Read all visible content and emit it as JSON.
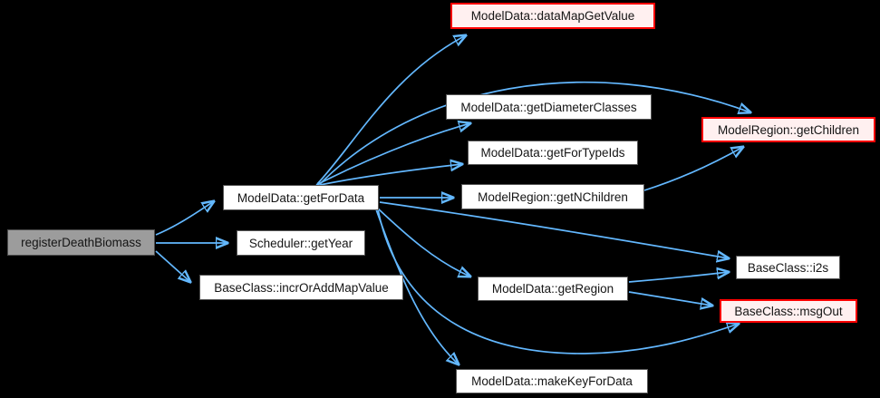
{
  "diagram": {
    "type": "call-graph",
    "colors": {
      "background": "#000000",
      "edge": "#63b8ff",
      "node_fill": "#ffffff",
      "node_border": "#565656",
      "root_fill": "#9c9c9c",
      "flagged_fill": "#fff0f0",
      "flagged_border": "#ff0000"
    },
    "nodes": [
      {
        "id": "registerDeathBiomass",
        "label": "registerDeathBiomass",
        "kind": "root"
      },
      {
        "id": "ModelData::getForData",
        "label": "ModelData::getForData",
        "kind": "normal"
      },
      {
        "id": "Scheduler::getYear",
        "label": "Scheduler::getYear",
        "kind": "normal"
      },
      {
        "id": "BaseClass::incrOrAddMapValue",
        "label": "BaseClass::incrOrAddMapValue",
        "kind": "normal"
      },
      {
        "id": "ModelData::dataMapGetValue",
        "label": "ModelData::dataMapGetValue",
        "kind": "flagged"
      },
      {
        "id": "ModelData::getDiameterClasses",
        "label": "ModelData::getDiameterClasses",
        "kind": "normal"
      },
      {
        "id": "ModelData::getForTypeIds",
        "label": "ModelData::getForTypeIds",
        "kind": "normal"
      },
      {
        "id": "ModelRegion::getNChildren",
        "label": "ModelRegion::getNChildren",
        "kind": "normal"
      },
      {
        "id": "ModelRegion::getChildren",
        "label": "ModelRegion::getChildren",
        "kind": "flagged"
      },
      {
        "id": "BaseClass::i2s",
        "label": "BaseClass::i2s",
        "kind": "normal"
      },
      {
        "id": "ModelData::getRegion",
        "label": "ModelData::getRegion",
        "kind": "normal"
      },
      {
        "id": "BaseClass::msgOut",
        "label": "BaseClass::msgOut",
        "kind": "flagged"
      },
      {
        "id": "ModelData::makeKeyForData",
        "label": "ModelData::makeKeyForData",
        "kind": "normal"
      }
    ],
    "edges": [
      {
        "from": "registerDeathBiomass",
        "to": "ModelData::getForData"
      },
      {
        "from": "registerDeathBiomass",
        "to": "Scheduler::getYear"
      },
      {
        "from": "registerDeathBiomass",
        "to": "BaseClass::incrOrAddMapValue"
      },
      {
        "from": "ModelData::getForData",
        "to": "ModelData::dataMapGetValue"
      },
      {
        "from": "ModelData::getForData",
        "to": "ModelRegion::getChildren"
      },
      {
        "from": "ModelData::getForData",
        "to": "ModelData::getDiameterClasses"
      },
      {
        "from": "ModelData::getForData",
        "to": "ModelData::getForTypeIds"
      },
      {
        "from": "ModelData::getForData",
        "to": "ModelRegion::getNChildren"
      },
      {
        "from": "ModelData::getForData",
        "to": "BaseClass::i2s"
      },
      {
        "from": "ModelData::getForData",
        "to": "ModelData::getRegion"
      },
      {
        "from": "ModelData::getForData",
        "to": "BaseClass::msgOut"
      },
      {
        "from": "ModelData::getForData",
        "to": "ModelData::makeKeyForData"
      },
      {
        "from": "ModelRegion::getNChildren",
        "to": "ModelRegion::getChildren"
      },
      {
        "from": "ModelData::getRegion",
        "to": "BaseClass::i2s"
      },
      {
        "from": "ModelData::getRegion",
        "to": "BaseClass::msgOut"
      }
    ]
  }
}
